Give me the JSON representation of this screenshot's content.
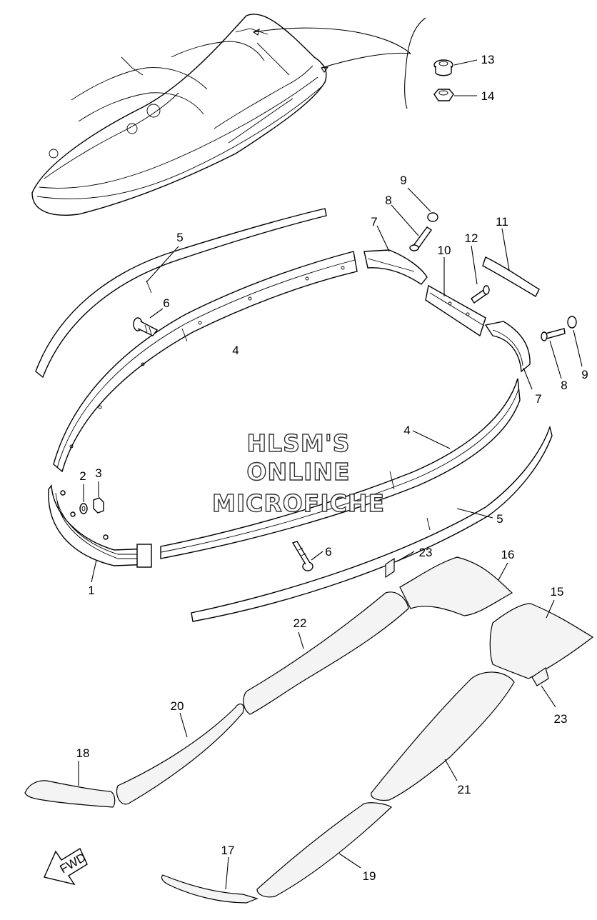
{
  "watermark": {
    "line1": "HLSM'S",
    "line2": "ONLINE",
    "line3": "MICROFICHE"
  },
  "fwd_arrow": {
    "label": "FWD"
  },
  "callouts": {
    "c1": "1",
    "c2": "2",
    "c3": "3",
    "c4a": "4",
    "c4b": "4",
    "c5a": "5",
    "c5b": "5",
    "c6a": "6",
    "c6b": "6",
    "c7a": "7",
    "c7b": "7",
    "c8a": "8",
    "c8b": "8",
    "c9a": "9",
    "c9b": "9",
    "c10": "10",
    "c11": "11",
    "c12": "12",
    "c13": "13",
    "c14": "14",
    "c15": "15",
    "c16": "16",
    "c17": "17",
    "c18": "18",
    "c19": "19",
    "c20": "20",
    "c21": "21",
    "c22": "22",
    "c23a": "23",
    "c23b": "23"
  }
}
